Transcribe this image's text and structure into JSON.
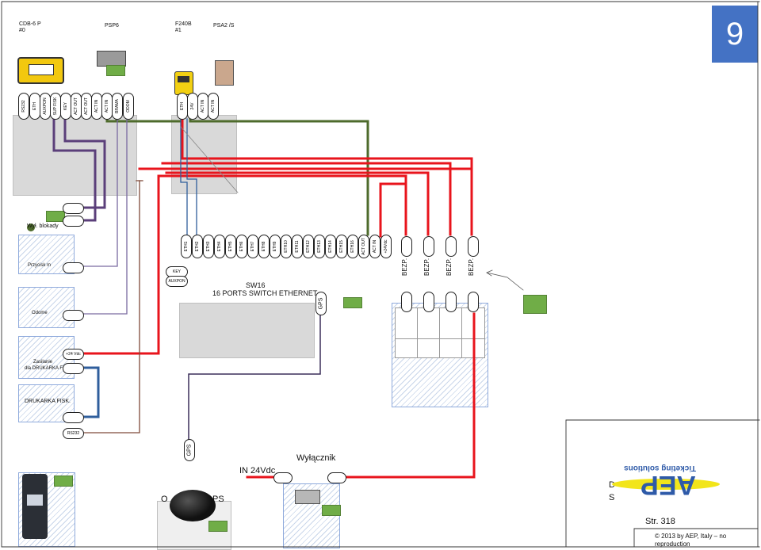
{
  "page": {
    "number": "9",
    "page_ref": "Str. 318",
    "copyright": "© 2013 by AEP, Italy – no reproduction"
  },
  "devices": {
    "cdb": {
      "line1": "CDB-6 P",
      "line2": "#0"
    },
    "psp": {
      "label": "PSP6"
    },
    "f240b": {
      "line1": "F240B",
      "line2": "#1"
    },
    "psa": {
      "label": "PSA2 /S"
    }
  },
  "cdb_ports": [
    "RS232",
    "ETH",
    "AUXPON",
    "SUP FISK",
    "KEY",
    "ACT OUT",
    "ACT OUT",
    "ACT IN",
    "ACT IN",
    "BRAMA",
    "ODOM"
  ],
  "f240_ports": [
    "ETH",
    "24V",
    "ACT IN",
    "ACT IN"
  ],
  "switch": {
    "title1": "SW16",
    "title2": "16 PORTS SWITCH ETHERNET",
    "ports": [
      "ETH1",
      "ETH2",
      "ETH3",
      "ETH4",
      "ETH5",
      "ETH6",
      "ETH7",
      "ETH8",
      "ETH9",
      "ETH10",
      "ETH11",
      "ETH12",
      "ETH13",
      "ETH14",
      "ETH15",
      "ETH16",
      "ACT OUT",
      "ACT IN",
      "+24Vdc"
    ],
    "key": "KEY",
    "auxpon": "AUXPON",
    "gps": "GPS"
  },
  "bezp": [
    "BEZP.",
    "BEZP.",
    "BEZP.",
    "BEZP."
  ],
  "left_items": {
    "blokady": "Wył. blokady",
    "przycisk": "Przycisk m",
    "odome": "Odome",
    "zasilanie1": "Zasilanie",
    "zasilanie2": "dla DRUKARKA FISK.",
    "v24": "+24 Vdc",
    "drukarka": "DRUKARKA FISK.",
    "rs232": "RS232"
  },
  "bottom": {
    "gps_pill": "GPS",
    "in24": "IN 24Vdc",
    "wylacznik": "Wyłącznik",
    "gps_text_o": "O",
    "gps_text_ps": "PS",
    "title_d": "D",
    "title_s": "S"
  },
  "logo": {
    "text": "AEP",
    "tagline": "Ticketing solutions",
    "yellow": "#f2e51a",
    "blue": "#2e5aa8"
  },
  "colors": {
    "red": "#e8141c",
    "green": "#4e6b2c",
    "purple": "#5b3f7a",
    "blue_wire": "#2f5e9c",
    "brown": "#7f4a3a",
    "navy": "#1f3864"
  }
}
